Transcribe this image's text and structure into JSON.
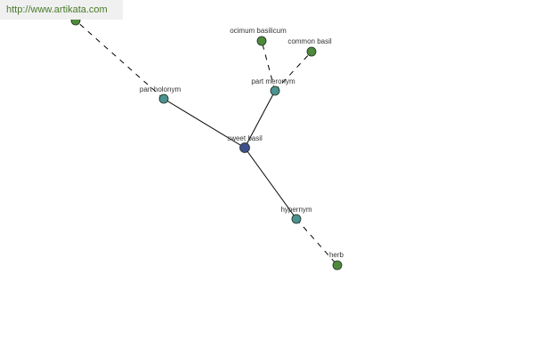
{
  "header": {
    "url": "http://www.artikata.com"
  },
  "colors": {
    "center": "#3e4f8c",
    "relation": "#4a9390",
    "leaf": "#4f8a3c",
    "edge": "#000000"
  },
  "graph": {
    "nodes": [
      {
        "id": "sweet-basil",
        "label": "sweet basil",
        "kind": "center"
      },
      {
        "id": "part-holonym",
        "label": "part holonym",
        "kind": "relation"
      },
      {
        "id": "part-meronym",
        "label": "part meronym",
        "kind": "relation"
      },
      {
        "id": "hypernym",
        "label": "hypernym",
        "kind": "relation"
      },
      {
        "id": "ocimum-basilicum",
        "label": "ocimum basilicum",
        "kind": "leaf"
      },
      {
        "id": "common-basil",
        "label": "common basil",
        "kind": "leaf"
      },
      {
        "id": "herb",
        "label": "herb",
        "kind": "leaf"
      },
      {
        "id": "holonym-target",
        "label": "",
        "kind": "leaf"
      }
    ],
    "edges": [
      {
        "from": "sweet-basil",
        "to": "part-holonym",
        "style": "solid"
      },
      {
        "from": "sweet-basil",
        "to": "part-meronym",
        "style": "solid"
      },
      {
        "from": "sweet-basil",
        "to": "hypernym",
        "style": "solid"
      },
      {
        "from": "part-holonym",
        "to": "holonym-target",
        "style": "dashed"
      },
      {
        "from": "part-meronym",
        "to": "ocimum-basilicum",
        "style": "dashed"
      },
      {
        "from": "part-meronym",
        "to": "common-basil",
        "style": "dashed"
      },
      {
        "from": "hypernym",
        "to": "herb",
        "style": "dashed"
      }
    ]
  }
}
